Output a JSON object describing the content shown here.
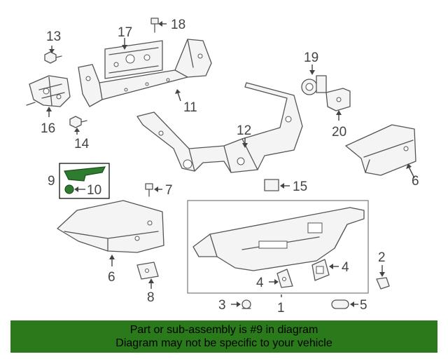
{
  "callouts": {
    "c1": "1",
    "c2": "2",
    "c3": "3",
    "c4a": "4",
    "c4b": "4",
    "c5": "5",
    "c6a": "6",
    "c6b": "6",
    "c7": "7",
    "c8": "8",
    "c9": "9",
    "c10": "10",
    "c11": "11",
    "c12": "12",
    "c13": "13",
    "c14": "14",
    "c15": "15",
    "c16": "16",
    "c17": "17",
    "c18": "18",
    "c19": "19",
    "c20": "20"
  },
  "highlight_color": "#2e7d2e",
  "banner": {
    "line1": "Part or sub-assembly is #9 in diagram",
    "line2": "Diagram may not be specific to your vehicle",
    "background": "#2a7a1c"
  }
}
